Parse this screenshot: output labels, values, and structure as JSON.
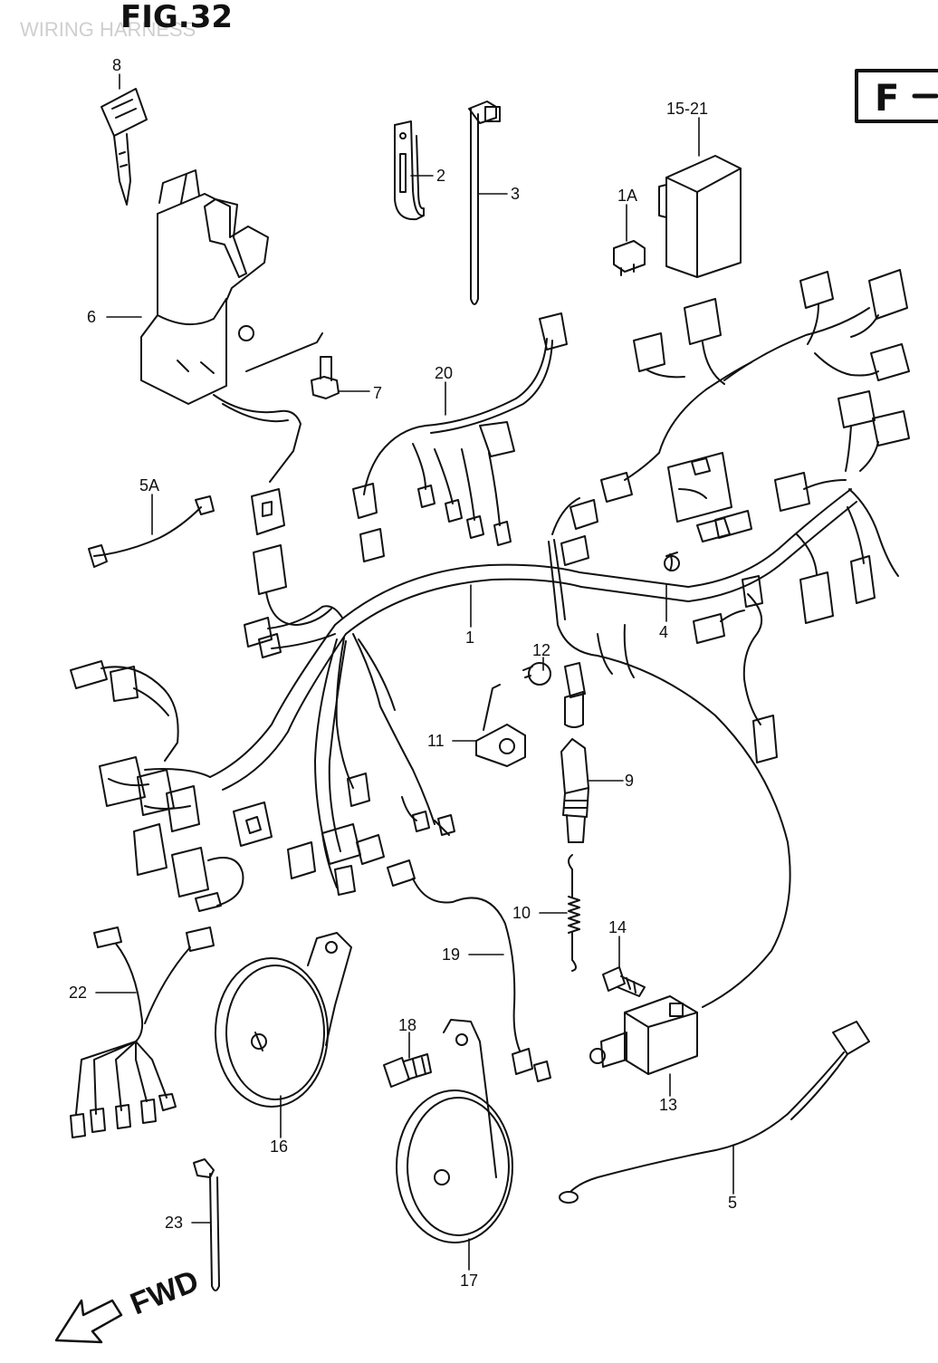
{
  "header": {
    "figure_title": "FIG.32",
    "watermark": "WIRING HARNESS",
    "section_letter": "F"
  },
  "fwd_label": "FWD",
  "callouts": [
    {
      "label": "8"
    },
    {
      "label": "2"
    },
    {
      "label": "3"
    },
    {
      "label": "15-21"
    },
    {
      "label": "1A"
    },
    {
      "label": "6"
    },
    {
      "label": "7"
    },
    {
      "label": "20"
    },
    {
      "label": "5A"
    },
    {
      "label": "1"
    },
    {
      "label": "4"
    },
    {
      "label": "12"
    },
    {
      "label": "11"
    },
    {
      "label": "9"
    },
    {
      "label": "10"
    },
    {
      "label": "14"
    },
    {
      "label": "19"
    },
    {
      "label": "22"
    },
    {
      "label": "18"
    },
    {
      "label": "13"
    },
    {
      "label": "16"
    },
    {
      "label": "5"
    },
    {
      "label": "23"
    },
    {
      "label": "17"
    }
  ]
}
